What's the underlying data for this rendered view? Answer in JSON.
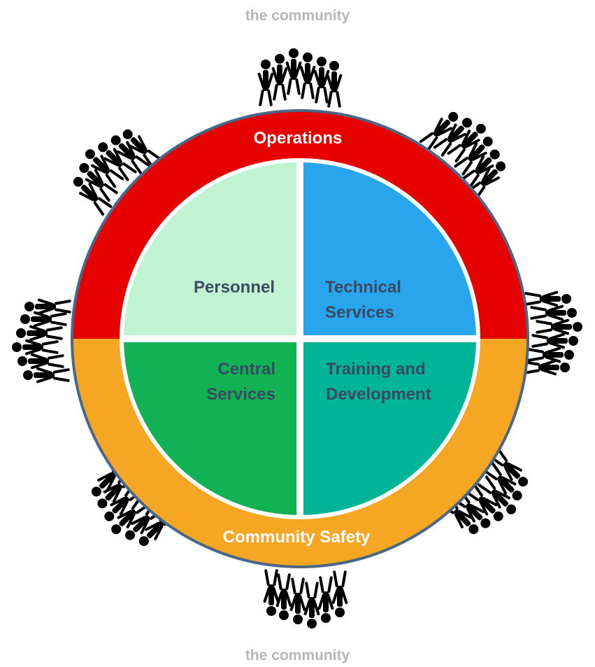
{
  "community_label_top": "the community",
  "community_label_bottom": "the community",
  "outer_ring": {
    "top_segment": "Operations",
    "bottom_segment": "Community Safety"
  },
  "quadrants": {
    "top_left": [
      "Personnel"
    ],
    "top_right": [
      "Technical",
      "Services"
    ],
    "bottom_left": [
      "Central",
      "Services"
    ],
    "bottom_right": [
      "Training and",
      "Development"
    ]
  },
  "colors": {
    "operations": "#e60000",
    "community_safety": "#f5a623",
    "personnel": "#bff3d2",
    "technical_services": "#28a5ec",
    "central_services": "#10b254",
    "training_and_development": "#00b497",
    "ring_stroke": "#4a6787",
    "people_icon": "#cfd9e3",
    "label_text_dark": "#3b4a63"
  }
}
